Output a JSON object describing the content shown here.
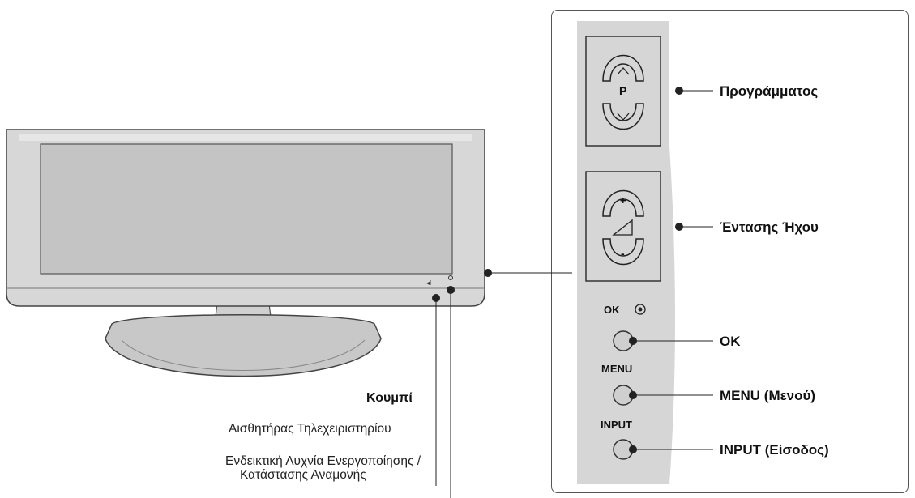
{
  "labels": {
    "programme": "Προγράμματος",
    "volume": "Έντασης Ήχου",
    "ok": "OK",
    "menu": "MENU (Μενού)",
    "input": "INPUT (Είσοδος)",
    "button": "Κουμπί",
    "remote_sensor": "Αισθητήρας Τηλεχειριστηρίου",
    "power_led_line1": "Ενδεικτική Λυχνία Ενεργοποίησης /",
    "power_led_line2": "Κατάστασης Αναμονής"
  },
  "buttons": {
    "ok": "OK",
    "menu": "MENU",
    "input": "INPUT",
    "programme_symbol": "P",
    "volume_plus": "+",
    "volume_minus": "-"
  }
}
